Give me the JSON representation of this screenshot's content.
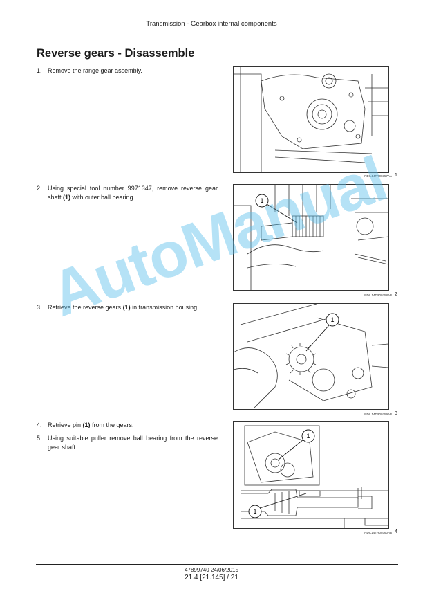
{
  "header": {
    "title": "Transmission - Gearbox internal components"
  },
  "section": {
    "title": "Reverse gears - Disassemble"
  },
  "steps": [
    {
      "num": "1.",
      "text": "Remove the range gear assembly."
    },
    {
      "num": "2.",
      "text_before": "Using special tool number 9971347, remove reverse gear shaft ",
      "bold": "(1)",
      "text_after": " with outer ball bearing."
    },
    {
      "num": "3.",
      "text_before": "Retrieve the reverse gears ",
      "bold": "(1)",
      "text_after": " in transmission housing."
    },
    {
      "num": "4.",
      "text_before": "Retrieve pin ",
      "bold": "(1)",
      "text_after": " from the gears."
    },
    {
      "num": "5.",
      "text": "Using suitable puller remove ball bearing from the reverse gear shaft."
    }
  ],
  "figures": [
    {
      "code": "NDIL14TR00357AA",
      "number": "1"
    },
    {
      "code": "NDIL14TR00358AB",
      "number": "2",
      "callout": "1"
    },
    {
      "code": "NDIL14TR00359AB",
      "number": "3",
      "callout": "1"
    },
    {
      "code": "NDIL14TR00360AB",
      "number": "4",
      "callouts": [
        "1",
        "1"
      ]
    }
  ],
  "watermark": "AutoManual",
  "footer": {
    "doc_id": "47899740 24/06/2015",
    "page": "21.4 [21.145] / 21"
  }
}
